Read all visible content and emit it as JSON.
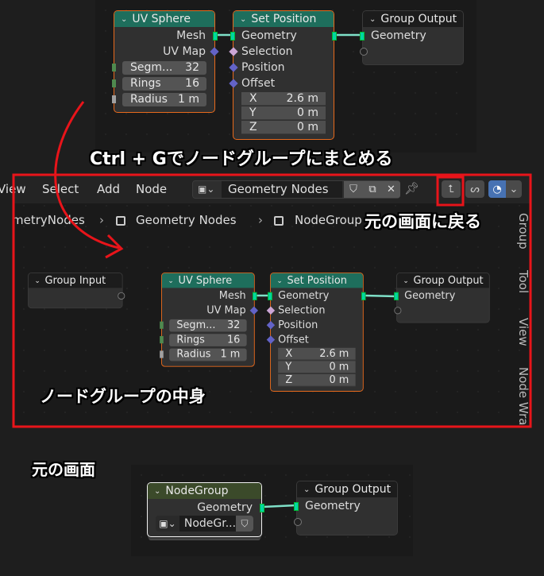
{
  "annotations": {
    "step": "Ctrl + Gでノードグループにまとめる",
    "back": "元の画面に戻る",
    "contents": "ノードグループの中身",
    "original": "元の画面"
  },
  "colors": {
    "highlight": "#e8141a",
    "geometry_socket": "#00d6a3",
    "vector_socket": "#6363c7",
    "selected_border": "#e86a1c"
  },
  "editor": {
    "menu": [
      "View",
      "Select",
      "Add",
      "Node"
    ],
    "node_tree_name": "Geometry Nodes",
    "icons": [
      "node-tree-icon",
      "shield-icon",
      "copy-icon",
      "close-icon",
      "pin-icon",
      "parent-node-tree-icon",
      "snap-icon",
      "overlay-icon"
    ],
    "breadcrumbs": [
      "GeometryNodes",
      "Geometry Nodes",
      "NodeGroup"
    ],
    "side_tabs": [
      "Group",
      "Tool",
      "View",
      "Node Wrangler"
    ]
  },
  "uv_sphere": {
    "title": "UV Sphere",
    "outputs": [
      "Mesh",
      "UV Map"
    ],
    "fields": [
      {
        "label": "Segm...",
        "value": "32"
      },
      {
        "label": "Rings",
        "value": "16"
      },
      {
        "label": "Radius",
        "value": "1 m"
      }
    ]
  },
  "set_position": {
    "title": "Set Position",
    "output": "Geometry",
    "inputs": [
      "Geometry",
      "Selection",
      "Position",
      "Offset"
    ],
    "offset": [
      {
        "label": "X",
        "value": "2.6 m"
      },
      {
        "label": "Y",
        "value": "0 m"
      },
      {
        "label": "Z",
        "value": "0 m"
      }
    ]
  },
  "group_output": {
    "title": "Group Output",
    "input": "Geometry"
  },
  "group_input": {
    "title": "Group Input"
  },
  "node_group": {
    "title": "NodeGroup",
    "output": "Geometry",
    "datablock": "NodeGr..."
  }
}
